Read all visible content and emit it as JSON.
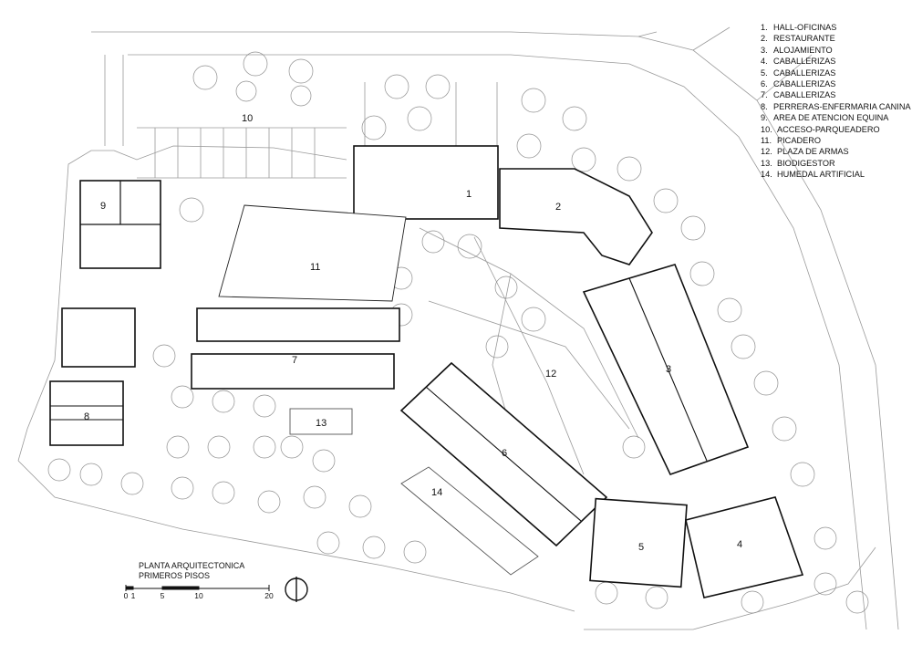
{
  "legend": {
    "items": [
      {
        "num": "1.",
        "label": "HALL-OFICINAS"
      },
      {
        "num": "2.",
        "label": "RESTAURANTE"
      },
      {
        "num": "3.",
        "label": "ALOJAMIENTO"
      },
      {
        "num": "4.",
        "label": "CABALLERIZAS"
      },
      {
        "num": "5.",
        "label": "CABALLERIZAS"
      },
      {
        "num": "6.",
        "label": "CABALLERIZAS"
      },
      {
        "num": "7.",
        "label": "CABALLERIZAS"
      },
      {
        "num": "8.",
        "label": "PERRERAS-ENFERMARIA CANINA"
      },
      {
        "num": "9.",
        "label": "AREA DE ATENCION EQUINA"
      },
      {
        "num": "10.",
        "label": "ACCESO-PARQUEADERO"
      },
      {
        "num": "11.",
        "label": "PICADERO"
      },
      {
        "num": "12.",
        "label": "PLAZA DE ARMAS"
      },
      {
        "num": "13.",
        "label": "BIODIGESTOR"
      },
      {
        "num": "14.",
        "label": "HUMEDAL ARTIFICIAL"
      }
    ]
  },
  "title": {
    "line1": "PLANTA ARQUITECTONICA",
    "line2": "PRIMEROS PISOS"
  },
  "scale_bar": {
    "labels": [
      "0",
      "1",
      "5",
      "10",
      "20"
    ]
  },
  "plan_labels": {
    "b1": "1",
    "b2": "2",
    "b3": "3",
    "b4": "4",
    "b5": "5",
    "b6": "6",
    "b7": "7",
    "b8": "8",
    "b9": "9",
    "b10": "10",
    "b11": "11",
    "b12": "12",
    "b13": "13",
    "b14": "14"
  },
  "icons": {
    "north_arrow": "north-arrow-icon"
  }
}
